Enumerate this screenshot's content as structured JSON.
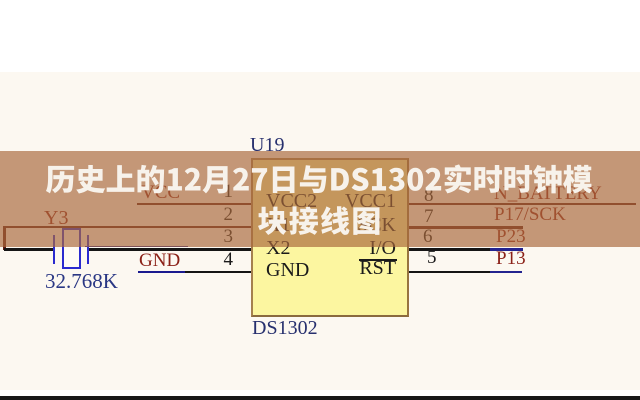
{
  "title": {
    "line1": "历史上的12月27日与DS1302实时时钟模",
    "line2": "块接线图",
    "text_color": "#F7F2EB",
    "band_color": "rgba(170,105,60,0.68)"
  },
  "schematic": {
    "designator": "U19",
    "part_label": "DS1302",
    "crystal": {
      "designator": "Y3",
      "value": "32.768K"
    },
    "nets": {
      "pin1": "VCC",
      "pin4": "GND",
      "pin8": "N_BATTERY",
      "pin7": "P17/SCK",
      "pin6": "P23",
      "pin5": "P13"
    },
    "pins_left": [
      {
        "number": "1",
        "name": "VCC2"
      },
      {
        "number": "2",
        "name": "X1"
      },
      {
        "number": "3",
        "name": "X2"
      },
      {
        "number": "4",
        "name": "GND"
      }
    ],
    "pins_right": [
      {
        "number": "8",
        "name": "VCC1"
      },
      {
        "number": "7",
        "name": "SCK"
      },
      {
        "number": "6",
        "name": "I/O"
      },
      {
        "number": "5",
        "name": "RST"
      }
    ],
    "colors": {
      "wire_maroon": "#5F1B12",
      "wire_black": "#151515",
      "wire_navy": "#23238F",
      "crystal_blue": "#2A2ACF",
      "label_red": "#8B2118",
      "label_navy": "#27306E",
      "chip_fill": "#FCF6A0",
      "chip_border": "#A5804E",
      "paper": "#FCF8F1"
    }
  }
}
